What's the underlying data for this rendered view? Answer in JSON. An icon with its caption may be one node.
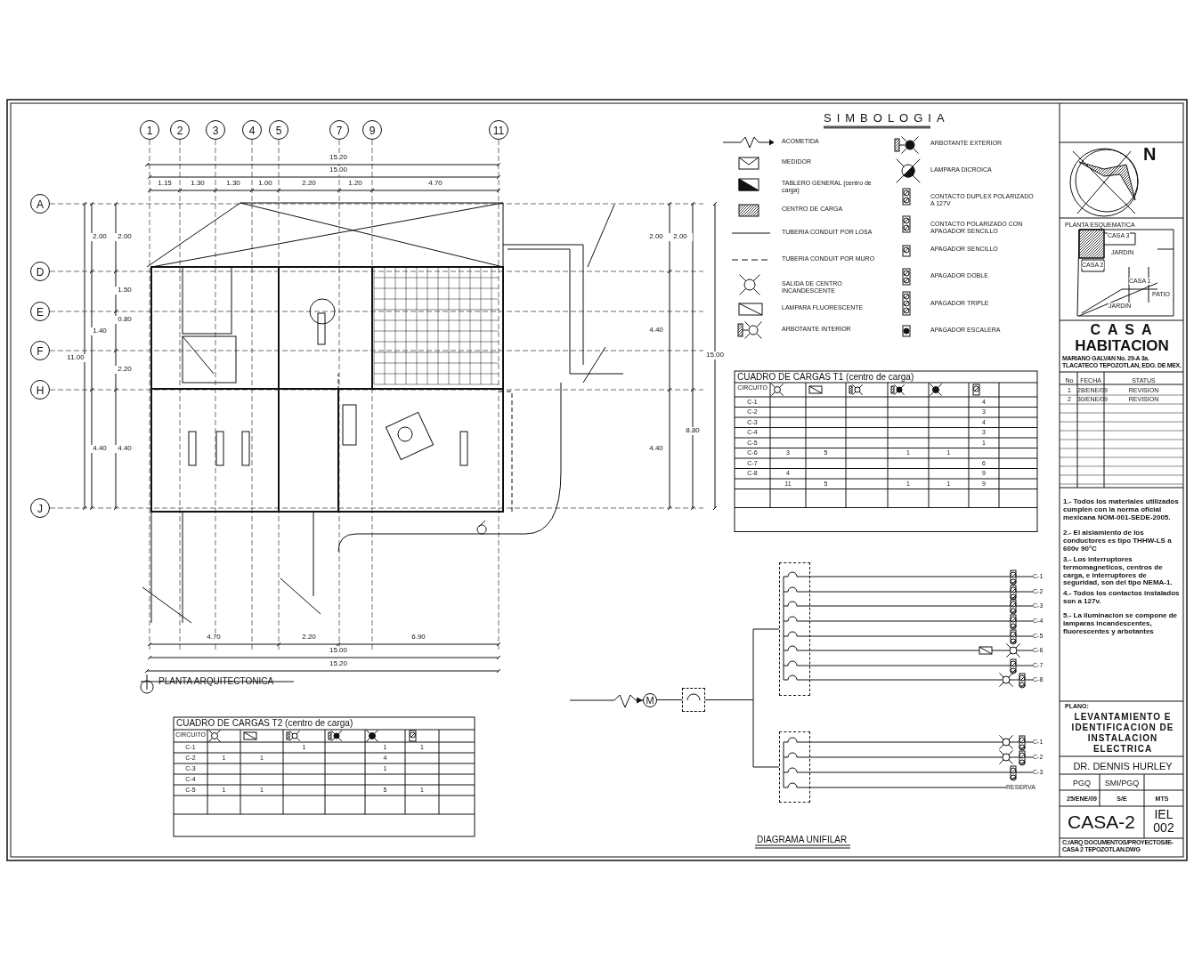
{
  "diagram": {
    "nodes": [
      {
        "text": [
          "M"
        ]
      },
      {
        "text": [],
        "shape": "box"
      },
      {
        "text": [],
        "shape": "box"
      },
      {
        "text": [],
        "shape": "box"
      },
      {
        "text": [
          "C-1"
        ]
      },
      {
        "text": [
          "C-2"
        ]
      },
      {
        "text": [
          "C-3"
        ]
      },
      {
        "text": [
          "C-4"
        ]
      },
      {
        "text": [
          "C-5"
        ]
      },
      {
        "text": [
          "C-6"
        ]
      },
      {
        "text": [
          "C-7"
        ]
      },
      {
        "text": [
          "C-8"
        ]
      },
      {
        "text": [
          "C-1"
        ]
      },
      {
        "text": [
          "C-2"
        ]
      },
      {
        "text": [
          "C-3"
        ]
      },
      {
        "text": [
          "RESERVA"
        ]
      }
    ],
    "edges": [
      {
        "from": null,
        "to": 0,
        "arrow": "to"
      },
      {
        "from": 0,
        "to": 1,
        "arrow": "none"
      },
      {
        "from": 1,
        "to": 2,
        "arrow": "none"
      },
      {
        "from": 1,
        "to": 3,
        "arrow": "none"
      },
      {
        "from": 2,
        "to": 4,
        "arrow": "none"
      },
      {
        "from": 2,
        "to": 5,
        "arrow": "none"
      },
      {
        "from": 2,
        "to": 6,
        "arrow": "none"
      },
      {
        "from": 2,
        "to": 7,
        "arrow": "none"
      },
      {
        "from": 2,
        "to": 8,
        "arrow": "none"
      },
      {
        "from": 2,
        "to": 9,
        "arrow": "none"
      },
      {
        "from": 2,
        "to": 10,
        "arrow": "none"
      },
      {
        "from": 2,
        "to": 11,
        "arrow": "none"
      },
      {
        "from": 3,
        "to": 12,
        "arrow": "none"
      },
      {
        "from": 3,
        "to": 13,
        "arrow": "none"
      },
      {
        "from": 3,
        "to": 14,
        "arrow": "none"
      },
      {
        "from": 3,
        "to": 15,
        "arrow": "none"
      }
    ],
    "labels": [
      "1",
      "2",
      "3",
      "4",
      "5",
      "7",
      "9",
      "11",
      "A",
      "D",
      "E",
      "F",
      "H",
      "J",
      "15.20",
      "15.00",
      "1.15",
      "1.30",
      "1.30",
      "1.00",
      "2.20",
      "1.20",
      "4.70",
      "2.00",
      "2.00",
      "1.50",
      "0.80",
      "1.40",
      "11.00",
      "2.20",
      "4.40",
      "4.40",
      "2.00",
      "2.00",
      "4.40",
      "15.00",
      "8.80",
      "4.40",
      "4.70",
      "2.20",
      "6.90",
      "15.00",
      "15.20",
      "PLANTA ARQUITECTONICA",
      "SIMBOLOGIA",
      "ACOMETIDA",
      "MEDIDOR",
      "TABLERO GENERAL (centro de carga)",
      "CENTRO DE CARGA",
      "TUBERIA CONDUIT POR LOSA",
      "TUBERIA CONDUIT POR MURO",
      "SALIDA DE CENTRO INCANDESCENTE",
      "LAMPARA FLUORESCENTE",
      "ARBOTANTE INTERIOR",
      "ARBOTANTE EXTERIOR",
      "LAMPARA DICROICA",
      "CONTACTO DUPLEX POLARIZADO A 127V",
      "CONTACTO POLARIZADO CON APAGADOR SENCILLO",
      "APAGADOR SENCILLO",
      "APAGADOR DOBLE",
      "APAGADOR TRIPLE",
      "APAGADOR ESCALERA",
      "CUADRO DE CARGAS T1 (centro de carga)",
      "CIRCUITO",
      "C-1",
      "4",
      "C-2",
      "3",
      "C-3",
      "4",
      "C-4",
      "3",
      "C-5",
      "1",
      "C-6",
      "3",
      "5",
      "1",
      "1",
      "C-7",
      "6",
      "C-8",
      "4",
      "9",
      "11",
      "5",
      "1",
      "1",
      "9",
      "CUADRO DE CARGAS T2 (centro de carga)",
      "CIRCUITO",
      "C-1",
      "1",
      "1",
      "1",
      "C-2",
      "1",
      "1",
      "4",
      "C-3",
      "1",
      "C-4",
      "C-5",
      "1",
      "1",
      "5",
      "1",
      "DIAGRAMA UNIFILAR",
      "N",
      "PLANTA ESQUEMATICA",
      "CASA 3",
      "CASA 2",
      "JARDIN",
      "CASA 1",
      "PATIO",
      "JARDIN",
      "C A S A",
      "HABITACION",
      "MARIANO GALVAN No. 29-A 3a. TLACATECO TEPOZOTLAN, EDO. DE MEX.",
      "No",
      "FECHA",
      "STATUS",
      "1",
      "28/ENE/09",
      "REVISION",
      "2",
      "30/ENE/09",
      "REVISION",
      "1.- Todos los materiales utilizados cumplen con la norma oficial mexicana NOM-001-SEDE-2005.",
      "2.- El aislamiento de los conductores es tipo THHW-LS a 600v 90°C",
      "3.- Los interruptores termomagneticos, centros de carga, e interruptores de seguridad, son del tipo NEMA-1.",
      "4.- Todos los contactos instalados son a 127v.",
      "5.- La iluminacion se compone de lamparas incandescentes, fluorescentes y arbotantes",
      "PLANO:",
      "LEVANTAMIENTO E IDENTIFICACION DE INSTALACION ELECTRICA",
      "DR. DENNIS HURLEY",
      "PGQ",
      "SMI/PGQ",
      "25/ENE/09",
      "S/E",
      "MTS",
      "CASA-2",
      "IEL 002",
      "C:/ARQ DOCUMENTOS/PROYECTOS/IE-CASA 2 TEPOZOTLAN.DWG"
    ]
  }
}
